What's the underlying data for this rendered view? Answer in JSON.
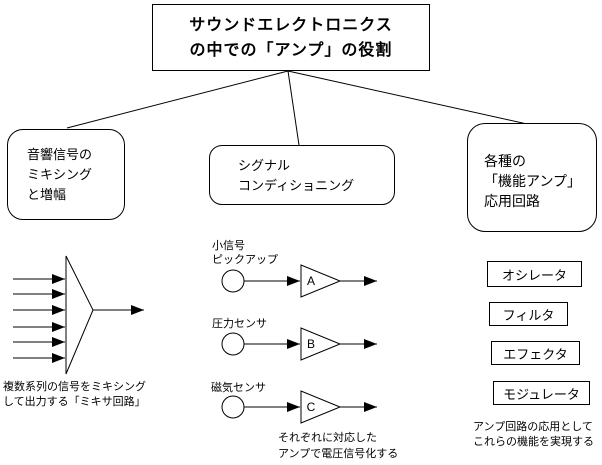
{
  "title": {
    "lines": [
      "サウンドエレクトロニクス",
      "の中での「アンプ」の役割"
    ]
  },
  "branches": {
    "left": {
      "lines": [
        "音響信号の",
        "ミキシング",
        "と増幅"
      ]
    },
    "middle": {
      "lines": [
        "シグナル",
        "コンディショニング"
      ]
    },
    "right": {
      "lines": [
        "各種の",
        "「機能アンプ」",
        "応用回路"
      ]
    }
  },
  "mixer_section": {
    "caption": [
      "複数系列の信号をミキシング",
      "して出力する「ミキサ回路」"
    ]
  },
  "signal_section": {
    "rows": [
      {
        "label": [
          "小信号",
          "ピックアップ"
        ],
        "amp_letter": "A"
      },
      {
        "label": [
          "圧力センサ"
        ],
        "amp_letter": "B"
      },
      {
        "label": [
          "磁気センサ"
        ],
        "amp_letter": "C"
      }
    ],
    "caption": [
      "それぞれに対応した",
      "アンプで電圧信号化する"
    ]
  },
  "applications_section": {
    "boxes": [
      "オシレータ",
      "フィルタ",
      "エフェクタ",
      "モジュレータ"
    ],
    "caption": [
      "アンプ回路の応用として",
      "これらの機能を実現する"
    ]
  },
  "colors": {
    "line": "#000000",
    "background": "#ffffff",
    "text": "#000000"
  }
}
